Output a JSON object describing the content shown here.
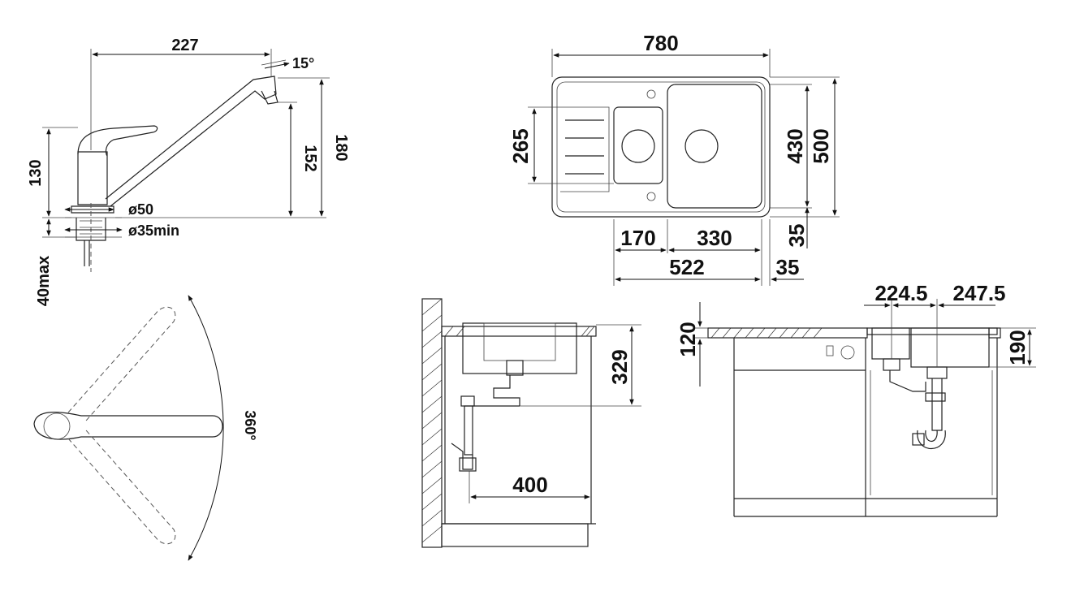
{
  "faucet": {
    "dims": {
      "width": "227",
      "angle": "15°",
      "body_height": "130",
      "spout_height": "152",
      "total_height": "180",
      "base_diameter": "ø50",
      "hole_diameter": "ø35min",
      "thickness": "40max"
    },
    "rotation": "360°"
  },
  "sink_top": {
    "dims": {
      "width": "780",
      "depth": "500",
      "inner_depth": "430",
      "small_bowl_depth": "265",
      "small_bowl_width": "170",
      "large_bowl_width": "330",
      "total_inner_width": "522",
      "edge_a": "35",
      "edge_b": "35"
    }
  },
  "cabinet_side": {
    "dims": {
      "bowl_depth": "329",
      "drain_offset": "400"
    }
  },
  "cabinet_front": {
    "dims": {
      "counter_depth": "120",
      "bowl_depth": "190",
      "left_bowl_center": "224.5",
      "right_bowl_center": "247.5"
    }
  }
}
